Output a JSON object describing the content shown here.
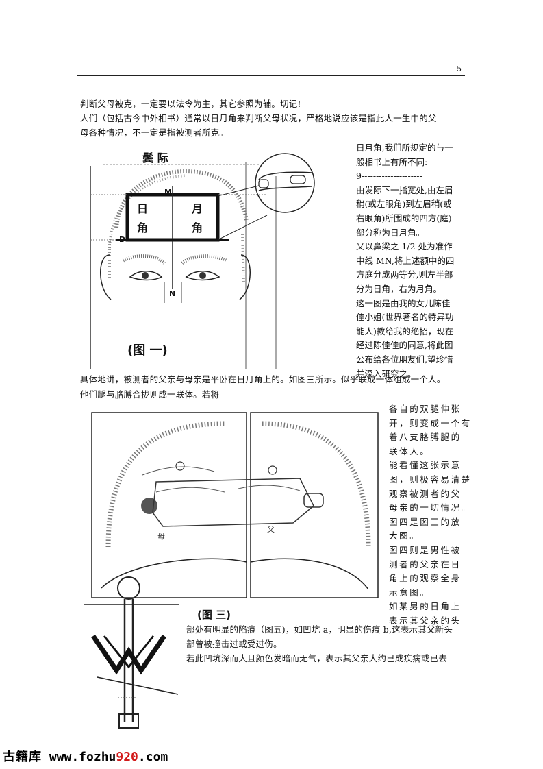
{
  "page": {
    "number": "5",
    "intro_lines": [
      "判断父母被克，一定要以法令为主，其它参照为辅。切记!",
      "人们（包括古今中外相书）通常以日月角来判断父母状况，严格地说应该是指此人一生中的父",
      "母各种情况，不一定是指被测者所克。"
    ],
    "right_column_1": [
      "日月角,我们所规定的与一",
      "般相书上有所不同:",
      "9---------------------",
      "由发际下一指宽处,由左眉",
      "稍(或左眼角)到左眉稍(或",
      "右眼角)所围成的四方(庭)",
      "部分称为日月角。",
      "又以鼻梁之 1/2 处为准作",
      "中线 MN,将上述额中的四",
      "方庭分成两等分,则左半部",
      "分为日角，右为月角。",
      "这一图是由我的女儿陈佳",
      "佳小姐(世界著名的特异功",
      "能人)教给我的绝招，现在",
      "经过陈佳佳的同意,将此图",
      "公布给各位朋友们,望珍惜",
      "并深入研究之。"
    ],
    "middle_lines": [
      "具体地讲，被测者的父亲与母亲是平卧在日月角上的。如图三所示。似乎联成一体组成一个人。",
      "他们腿与胳膊合拢则成一联体。若将"
    ],
    "right_column_2": [
      "各自的双腿伸张",
      "开，则变成一个有",
      "着八支胳膊腿的",
      "联体人。",
      "能看懂这张示意",
      "图，则极容易清楚",
      "观察被测者的父",
      "母亲的一切情况。",
      "图四是图三的放",
      "大图。",
      "图四则是男性被",
      "测者的父亲在日",
      "角上的观察全身",
      "示意图。",
      "如某男的日角上",
      "表示其父亲的头"
    ],
    "bottom_lines": [
      "部处有明显的陷痕（图五)，如凹坑 a，明显的伤痕 b,这表示其父新头",
      "部曾被撞击过或受过伤。",
      "若此凹坑深而大且颜色发暗而无气，表示其父亲大约已成疾病或已去"
    ],
    "figure1": {
      "caption": "(图 一)",
      "top_label": "鬓  际",
      "left_char": "日",
      "right_char": "月",
      "left_char2": "角",
      "right_char2": "角",
      "label_m": "M",
      "label_n": "N",
      "label_d": "D"
    },
    "figure3": {
      "caption": "(图 三)",
      "label_mother": "母",
      "label_father": "父"
    },
    "watermark": {
      "cn": "古籍库",
      "url_a": " www.fozhu",
      "url_b": "920",
      "url_c": ".com"
    },
    "colors": {
      "watermark_accent": "#d21a1a"
    }
  }
}
